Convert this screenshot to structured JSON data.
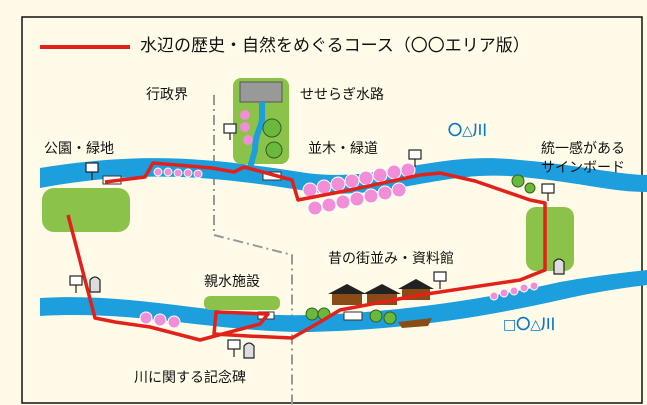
{
  "legend": {
    "route_name": "水辺の歴史・自然をめぐるコース（〇〇エリア版）",
    "route_color": "#e3211b"
  },
  "rivers": {
    "upper": "〇△川",
    "lower": "□〇△川",
    "water_color": "#1c9fdc"
  },
  "labels": {
    "admin_boundary": "行政界",
    "stream": "せせらぎ水路",
    "park": "公園・緑地",
    "tree_path": "並木・緑道",
    "signboard": "統一感がある\nサインボード",
    "old_town": "昔の街並み・資料館",
    "waterside": "親水施設",
    "monument": "川に関する記念碑"
  },
  "colors": {
    "background": "#fffbe8",
    "green": "#8bc34a",
    "blossom": "#f08ed8"
  }
}
